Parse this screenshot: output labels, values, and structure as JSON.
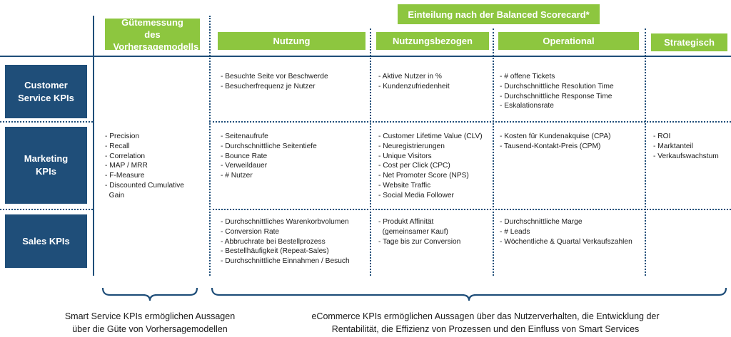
{
  "header": {
    "balanced_scorecard": "Einteilung nach der Balanced Scorecard*",
    "quality": "Gütemessung des Vorhersagemodells",
    "columns": [
      "Nutzung",
      "Nutzungsbezogen",
      "Operational",
      "Strategisch"
    ]
  },
  "rows": [
    "Customer Service KPIs",
    "Marketing KPIs",
    "Sales KPIs"
  ],
  "quality_list": [
    "- Precision",
    "- Recall",
    "- Correlation",
    "- MAP / MRR",
    "- F-Measure",
    "- Discounted Cumulative",
    "  Gain"
  ],
  "cells": {
    "cs_nutzung": [
      "- Besuchte Seite vor Beschwerde",
      "- Besucherfrequenz je Nutzer"
    ],
    "cs_nutzungsbezogen": [
      "- Aktive Nutzer in %",
      "- Kundenzufriedenheit"
    ],
    "cs_operational": [
      "- # offene Tickets",
      "- Durchschnittliche Resolution Time",
      "- Durchschnittliche Response Time",
      "- Eskalationsrate"
    ],
    "mk_nutzung": [
      "- Seitenaufrufe",
      "- Durchschnittliche Seitentiefe",
      "- Bounce Rate",
      "- Verweildauer",
      "- # Nutzer"
    ],
    "mk_nutzungsbezogen": [
      "- Customer Lifetime Value (CLV)",
      "- Neuregistrierungen",
      "- Unique Visitors",
      "- Cost per Click (CPC)",
      "- Net Promoter Score (NPS)",
      "- Website Traffic",
      "- Social Media Follower"
    ],
    "mk_operational": [
      "- Kosten für Kundenakquise (CPA)",
      "- Tausend-Kontakt-Preis (CPM)"
    ],
    "mk_strategisch": [
      "- ROI",
      "- Marktanteil",
      "- Verkaufswachstum"
    ],
    "sa_nutzung": [
      "- Durchschnittliches Warenkorbvolumen",
      "- Conversion Rate",
      "- Abbruchrate bei Bestellprozess",
      "- Bestellhäufigkeit (Repeat-Sales)",
      "- Durchschnittliche Einnahmen / Besuch"
    ],
    "sa_nutzungsbezogen": [
      "- Produkt Affinität",
      "  (gemeinsamer Kauf)",
      "- Tage bis zur Conversion"
    ],
    "sa_operational": [
      "- Durchschnittliche Marge",
      "- # Leads",
      "- Wöchentliche & Quartal Verkaufszahlen"
    ]
  },
  "captions": {
    "left_1": "Smart Service KPIs ermöglichen Aussagen",
    "left_2": "über die Güte von Vorhersagemodellen",
    "right_1": "eCommerce KPIs ermöglichen Aussagen über das Nutzerverhalten, die Entwicklung der",
    "right_2": "Rentabilität, die Effizienz von Prozessen und den Einfluss von Smart Services"
  },
  "colors": {
    "green": "#8dc63f",
    "blue": "#1f4e79"
  }
}
